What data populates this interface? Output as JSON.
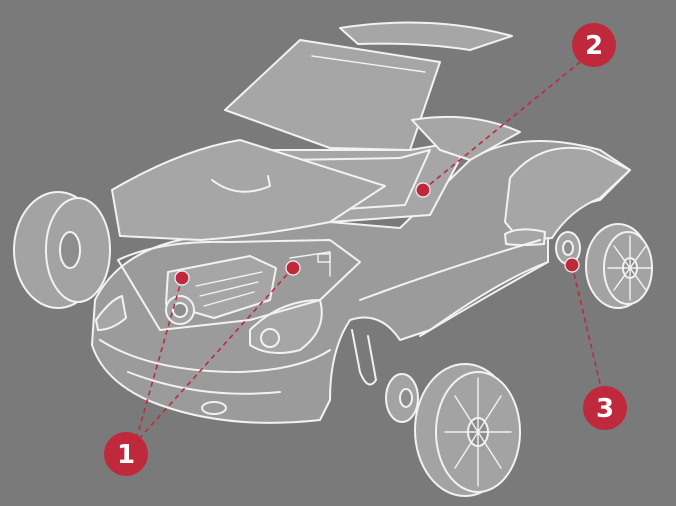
{
  "colors": {
    "background": "#7a7a7a",
    "outline": "#f2f2f2",
    "accent": "#c0283c"
  },
  "callouts": [
    {
      "id": "callout-1",
      "label": "1"
    },
    {
      "id": "callout-2",
      "label": "2"
    },
    {
      "id": "callout-3",
      "label": "3"
    }
  ]
}
